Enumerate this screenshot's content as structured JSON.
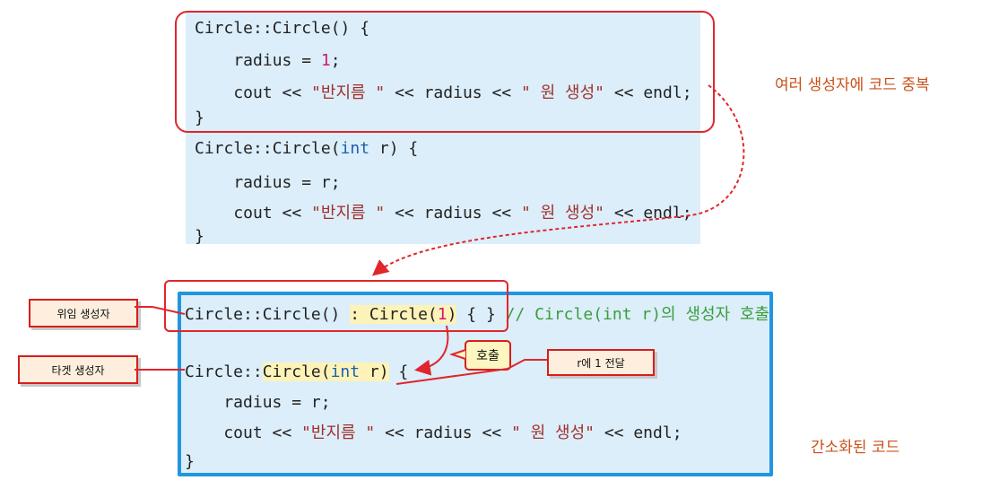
{
  "top_code": {
    "ctor1": {
      "sig": "Circle::Circle() {",
      "assign_pre": "    radius = ",
      "assign_num": "1",
      "assign_post": ";",
      "cout_pre": "    cout << ",
      "str1": "\"반지름 \"",
      "cout_mid": " << radius << ",
      "str2": "\" 원 생성\"",
      "cout_post": " << endl;",
      "close": "}"
    },
    "ctor2": {
      "sig_pre": "Circle::Circle(",
      "sig_kw": "int",
      "sig_post": " r) {",
      "assign": "    radius = r;",
      "cout_pre": "    cout << ",
      "str1": "\"반지름 \"",
      "cout_mid": " << radius << ",
      "str2": "\" 원 생성\"",
      "cout_post": " << endl;",
      "close": "}"
    }
  },
  "bottom_code": {
    "delegating": {
      "pre": "Circle::Circle()",
      "init_pre": ": Circle(",
      "init_num": "1",
      "init_post": ")",
      "body": " { } ",
      "comment": "// Circle(int r)의 생성자 호출"
    },
    "target": {
      "pre": "Circle::",
      "name": "Circle(",
      "kw": "int",
      "param": " r)",
      "post": " {",
      "assign": "    radius = r;",
      "cout_pre": "    cout << ",
      "str1": "\"반지름 \"",
      "cout_mid": " << radius << ",
      "str2": "\" 원 생성\"",
      "cout_post": " << endl;",
      "close": "}"
    }
  },
  "notes": {
    "duplicate": "여러 생성자에  코드 중복",
    "simplified": "간소화된 코드"
  },
  "callouts": {
    "delegating_ctor": "위임 생성자",
    "target_ctor": "타겟 생성자",
    "call": "호출",
    "pass_r": "r에 1 전달"
  },
  "colors": {
    "code_bg": "#dceefa",
    "frame_red": "#e0262d",
    "frame_blue": "#2196e0",
    "string": "#a0302c",
    "number": "#d01876",
    "keyword": "#1b5fb5",
    "comment": "#3a9e3a",
    "note": "#c9511a"
  }
}
